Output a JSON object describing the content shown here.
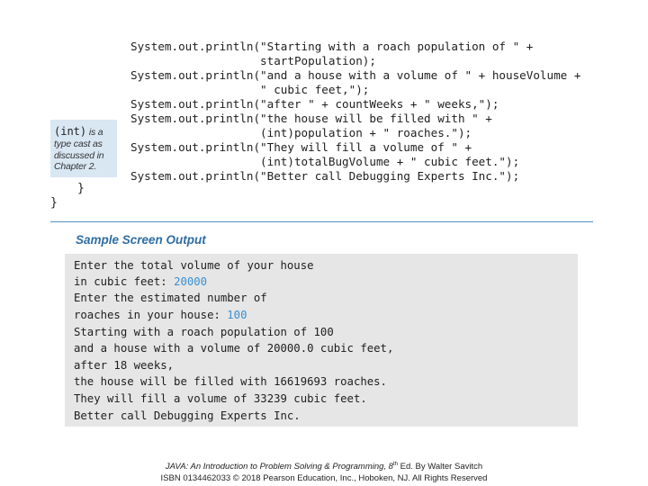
{
  "code": {
    "lines": [
      "System.out.println(\"Starting with a roach population of \" +",
      "                   startPopulation);",
      "System.out.println(\"and a house with a volume of \" + houseVolume +",
      "                   \" cubic feet,\");",
      "System.out.println(\"after \" + countWeeks + \" weeks,\");",
      "System.out.println(\"the house will be filled with \" +",
      "                   (int)population + \" roaches.\");",
      "System.out.println(\"They will fill a volume of \" +",
      "                   (int)totalBugVolume + \" cubic feet.\");",
      "System.out.println(\"Better call Debugging Experts Inc.\");"
    ],
    "inner_brace": "}",
    "outer_brace": "}"
  },
  "note": {
    "code": "(int)",
    "text_1": " is a",
    "text_2": "type cast as",
    "text_3": "discussed in",
    "text_4": "Chapter 2."
  },
  "sample_output": {
    "title": "Sample Screen Output",
    "lines": [
      {
        "text": "Enter the total volume of your house",
        "input": ""
      },
      {
        "text": "in cubic feet: ",
        "input": "20000"
      },
      {
        "text": "Enter the estimated number of",
        "input": ""
      },
      {
        "text": "roaches in your house: ",
        "input": "100"
      },
      {
        "text": "Starting with a roach population of 100",
        "input": ""
      },
      {
        "text": "and a house with a volume of 20000.0 cubic feet,",
        "input": ""
      },
      {
        "text": "after 18 weeks,",
        "input": ""
      },
      {
        "text": "the house will be filled with 16619693 roaches.",
        "input": ""
      },
      {
        "text": "They will fill a volume of 33239 cubic feet.",
        "input": ""
      },
      {
        "text": "Better call Debugging Experts Inc.",
        "input": ""
      }
    ]
  },
  "footer": {
    "book_title": "JAVA: An Introduction to Problem Solving & Programming, 8",
    "edition_sup": "th",
    "byline": " Ed. By Walter Savitch",
    "isbn_line": "ISBN 0134462033 © 2018 Pearson Education, Inc., Hoboken, NJ. All Rights Reserved"
  },
  "colors": {
    "accent": "#2f6da3",
    "divider": "#4f93c4",
    "user_input": "#3a8fd1",
    "note_bg": "#d9e7f3",
    "output_bg": "#e6e6e6"
  }
}
